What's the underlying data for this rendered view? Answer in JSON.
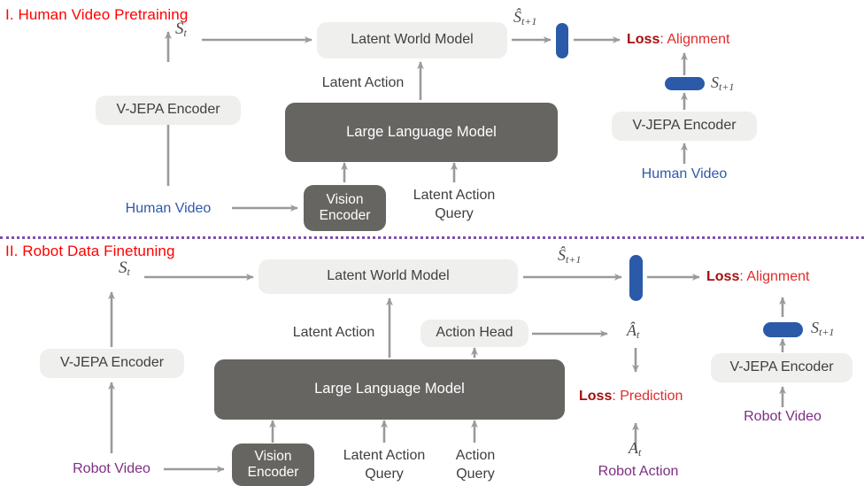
{
  "figure": {
    "sections": [
      {
        "id": "pretraining",
        "title": "I. Human Video Pretraining",
        "title_color": "#FF0000",
        "blocks": {
          "vjepa_left": "V-JEPA Encoder",
          "latent_world_model": "Latent World Model",
          "llm": "Large Language Model",
          "vision_encoder_line1": "Vision",
          "vision_encoder_line2": "Encoder",
          "vjepa_right": "V-JEPA Encoder"
        },
        "labels": {
          "latent_action": "Latent Action",
          "latent_action_query_line1": "Latent Action",
          "latent_action_query_line2": "Query",
          "input_video_left": "Human Video",
          "input_video_right": "Human Video"
        },
        "math": {
          "s_t": "S",
          "s_t_sub": "t",
          "s_hat_next": "Ŝ",
          "s_hat_next_sub": "t+1",
          "s_next": "S",
          "s_next_sub": "t+1"
        },
        "loss": {
          "prefix": "Loss",
          "text": ": Alignment"
        }
      },
      {
        "id": "finetuning",
        "title": "II. Robot Data Finetuning",
        "title_color": "#FF0000",
        "blocks": {
          "vjepa_left": "V-JEPA Encoder",
          "latent_world_model": "Latent World Model",
          "llm": "Large Language Model",
          "action_head": "Action Head",
          "vision_encoder_line1": "Vision",
          "vision_encoder_line2": "Encoder",
          "vjepa_right": "V-JEPA Encoder"
        },
        "labels": {
          "latent_action": "Latent Action",
          "latent_action_query_line1": "Latent Action",
          "latent_action_query_line2": "Query",
          "action_query_line1": "Action",
          "action_query_line2": "Query",
          "input_video_left": "Robot Video",
          "input_video_right": "Robot Video",
          "robot_action": "Robot Action"
        },
        "math": {
          "s_t": "S",
          "s_t_sub": "t",
          "s_hat_next": "Ŝ",
          "s_hat_next_sub": "t+1",
          "s_next": "S",
          "s_next_sub": "t+1",
          "a_hat_t": "Â",
          "a_hat_t_sub": "t",
          "a_t": "A",
          "a_t_sub": "t"
        },
        "loss_alignment": {
          "prefix": "Loss",
          "text": ": Alignment"
        },
        "loss_prediction": {
          "prefix": "Loss",
          "text": ": Prediction"
        }
      }
    ],
    "colors": {
      "title_red": "#FF0000",
      "loss_red_bold": "#A50E0E",
      "loss_red": "#E02B2B",
      "human_video_blue": "#2F5AA8",
      "robot_video_purple": "#7D2E83",
      "latent_pill_blue": "#2A5AA8",
      "box_light": "#EFEFED",
      "box_dark": "#666562",
      "arrow_gray": "#9A9A9A",
      "text_gray": "#3F3F3F"
    }
  }
}
